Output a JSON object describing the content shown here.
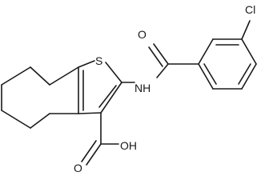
{
  "molecule": {
    "atom_labels": {
      "sulfur": "S",
      "amide_nh": "NH",
      "carbonyl_o": "O",
      "chlorine": "Cl",
      "acid_oh": "OH",
      "acid_o": "O"
    }
  }
}
